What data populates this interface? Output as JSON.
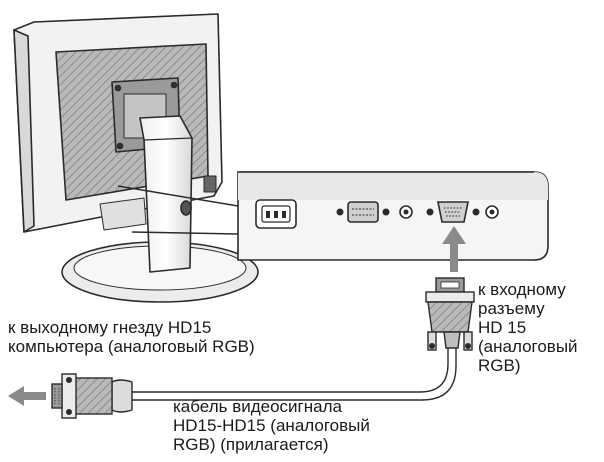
{
  "labels": {
    "monitor_input": [
      "к входному",
      "разъему",
      "HD 15",
      "(аналоговый",
      "RGB)"
    ],
    "computer_output": [
      "к выходному гнезду HD15",
      "компьютера (аналоговый RGB)"
    ],
    "cable": [
      "кабель видеосигнала",
      "HD15-HD15 (аналоговый",
      "RGB) (прилагается)"
    ]
  },
  "colors": {
    "line": "#2b2b2b",
    "arrow": "#8a8a8a",
    "panel": "#f4f4f4",
    "shade": "#d4d4d4",
    "dark": "#5a5a5a"
  }
}
